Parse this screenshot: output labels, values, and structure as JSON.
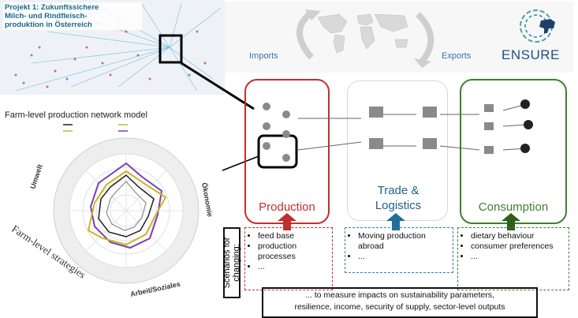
{
  "project": {
    "title_line1": "Projekt 1: Zukunftssichere",
    "title_line2": "Milch- und Rindfleisch-",
    "title_line3": "produktion in Österreich"
  },
  "banner": {
    "imports": "Imports",
    "exports": "Exports",
    "logo_text": "ENSURE"
  },
  "network_label": "Farm-level production network model",
  "radar": {
    "axis_umwelt": "Umwelt",
    "axis_oekonomie": "Ökonomie",
    "axis_arbeit": "Arbeit/Soziales",
    "strategies_label": "Farm-level strategies",
    "colors": [
      "#1f1f1f",
      "#c9b52a",
      "#7b3fb0",
      "#8a8a8a"
    ]
  },
  "stages": {
    "production": "Production",
    "trade_line1": "Trade &",
    "trade_line2": "Logistics",
    "consumption": "Consumption"
  },
  "scenarios": {
    "label_line1": "Scenarios for",
    "label_line2": "changing:",
    "production": [
      "feed base",
      "production processes",
      "..."
    ],
    "trade": [
      "Moving production abroad",
      "..."
    ],
    "consumption": [
      "dietary behaviour",
      "consumer preferences",
      "..."
    ]
  },
  "impact": {
    "line1": "... to measure impacts on sustainability parameters,",
    "line2": "resilience, income, security of supply, sector-level outputs"
  },
  "colors": {
    "production": "#c0302d",
    "trade": "#1f5f8a",
    "consumption": "#3f7f2e"
  }
}
